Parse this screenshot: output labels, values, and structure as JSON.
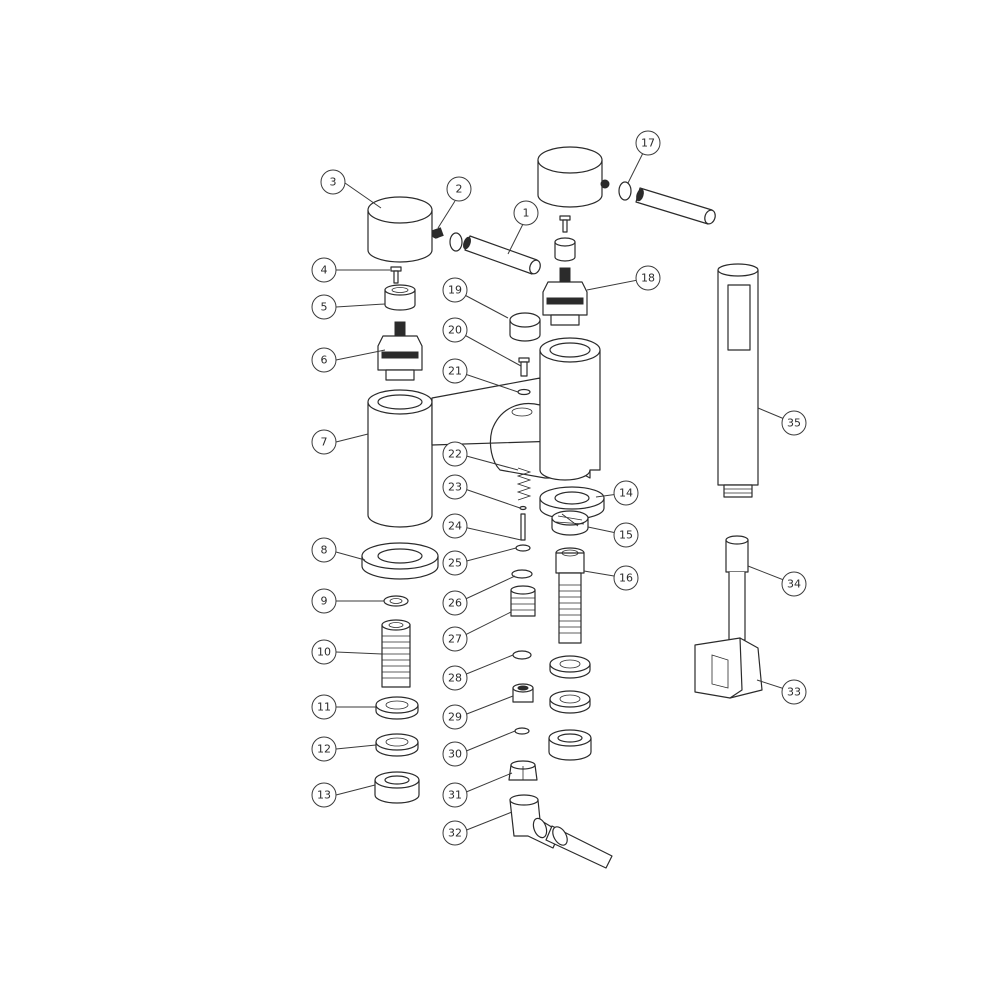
{
  "callouts": [
    {
      "label": "1"
    },
    {
      "label": "2"
    },
    {
      "label": "3"
    },
    {
      "label": "4"
    },
    {
      "label": "5"
    },
    {
      "label": "6"
    },
    {
      "label": "7"
    },
    {
      "label": "8"
    },
    {
      "label": "9"
    },
    {
      "label": "10"
    },
    {
      "label": "11"
    },
    {
      "label": "12"
    },
    {
      "label": "13"
    },
    {
      "label": "14"
    },
    {
      "label": "15"
    },
    {
      "label": "16"
    },
    {
      "label": "17"
    },
    {
      "label": "18"
    },
    {
      "label": "19"
    },
    {
      "label": "20"
    },
    {
      "label": "21"
    },
    {
      "label": "22"
    },
    {
      "label": "23"
    },
    {
      "label": "24"
    },
    {
      "label": "25"
    },
    {
      "label": "26"
    },
    {
      "label": "27"
    },
    {
      "label": "28"
    },
    {
      "label": "29"
    },
    {
      "label": "30"
    },
    {
      "label": "31"
    },
    {
      "label": "32"
    },
    {
      "label": "33"
    },
    {
      "label": "34"
    },
    {
      "label": "35"
    }
  ],
  "colors": {
    "line": "#2b2b2b",
    "background": "#ffffff"
  }
}
